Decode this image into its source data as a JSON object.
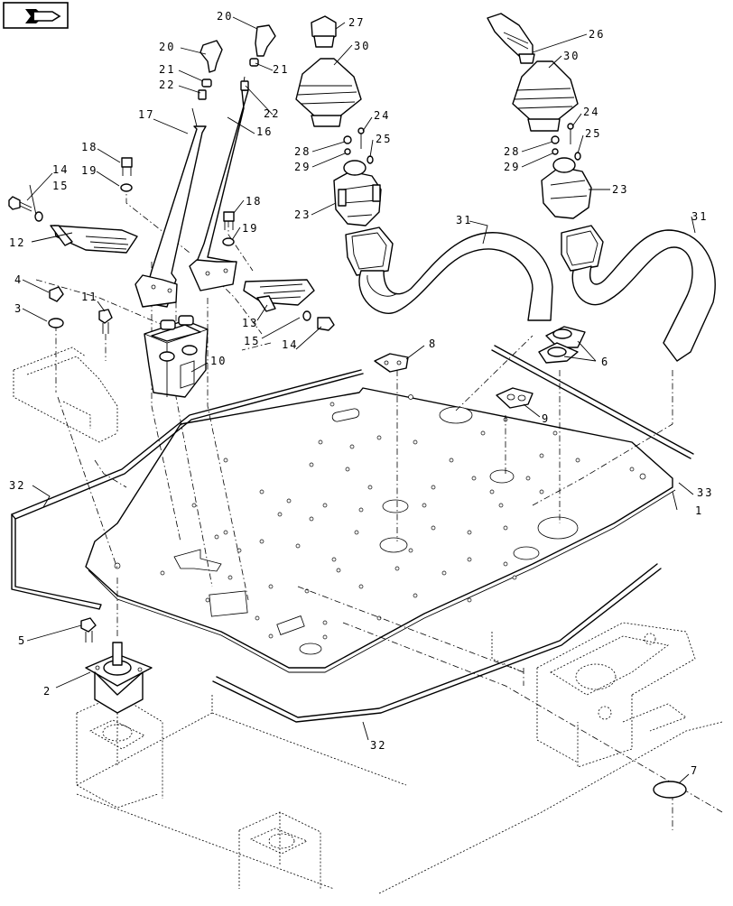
{
  "figure": {
    "nav_icon": "arrow-next-page-icon",
    "callouts": [
      "1",
      "2",
      "3",
      "4",
      "5",
      "6",
      "7",
      "8",
      "9",
      "10",
      "11",
      "12",
      "13",
      "14",
      "15",
      "16",
      "17",
      "18",
      "19",
      "20",
      "21",
      "22",
      "23",
      "24",
      "25",
      "26",
      "27",
      "28",
      "29",
      "30",
      "31",
      "32",
      "33"
    ],
    "labels": {
      "c1": "1",
      "c2": "2",
      "c3": "3",
      "c4": "4",
      "c5": "5",
      "c6": "6",
      "c7": "7",
      "c8": "8",
      "c9": "9",
      "c10": "10",
      "c11": "11",
      "c12": "12",
      "c13": "13",
      "c14a": "14",
      "c14b": "14",
      "c15a": "15",
      "c15b": "15",
      "c16": "16",
      "c17": "17",
      "c18a": "18",
      "c18b": "18",
      "c19a": "19",
      "c19b": "19",
      "c20a": "20",
      "c20b": "20",
      "c21a": "21",
      "c21b": "21",
      "c22a": "22",
      "c22b": "22",
      "c23a": "23",
      "c23b": "23",
      "c24a": "24",
      "c24b": "24",
      "c25a": "25",
      "c25b": "25",
      "c26": "26",
      "c27": "27",
      "c28a": "28",
      "c28b": "28",
      "c29a": "29",
      "c29b": "29",
      "c30a": "30",
      "c30b": "30",
      "c31a": "31",
      "c31b": "31",
      "c32a": "32",
      "c32b": "32",
      "c33": "33"
    }
  }
}
